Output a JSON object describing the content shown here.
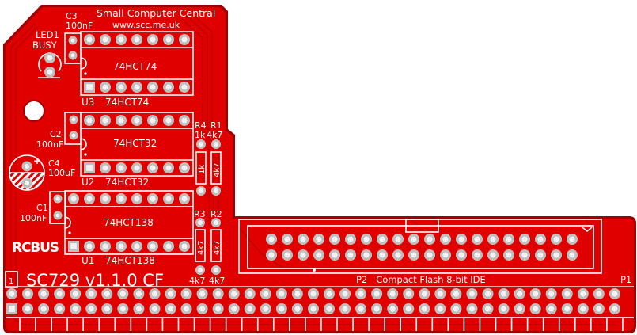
{
  "board": {
    "name": "SC729 v1.1.0 CF",
    "maker": "Small Computer Central",
    "url": "www.scc.me.uk",
    "bus_logo": "RCBUS",
    "colors": {
      "substrate": "#dd0000",
      "copper_fill": "#e00000",
      "edge": "#a00000",
      "trace": "#b80000",
      "silkscreen": "#ffffff",
      "pad": "#bfbfbf",
      "drill": "#f2f2f2",
      "background": "#ffffff"
    }
  },
  "components": {
    "u3": {
      "ref": "U3",
      "value": "74HCT74",
      "body_label": "74HCT74",
      "pins_per_row": 7
    },
    "u2": {
      "ref": "U2",
      "value": "74HCT32",
      "body_label": "74HCT32",
      "pins_per_row": 7
    },
    "u1": {
      "ref": "U1",
      "value": "74HCT138",
      "body_label": "74HCT138",
      "pins_per_row": 8
    },
    "c3": {
      "ref": "C3",
      "value": "100nF"
    },
    "c2": {
      "ref": "C2",
      "value": "100nF"
    },
    "c1": {
      "ref": "C1",
      "value": "100nF"
    },
    "c4": {
      "ref": "C4",
      "value": "100uF",
      "polarity": "+"
    },
    "led1": {
      "ref": "LED1",
      "value": "BUSY"
    },
    "r4": {
      "ref": "R4",
      "value": "1k",
      "body_label": "1k"
    },
    "r1": {
      "ref": "R1",
      "value": "4k7",
      "body_label": "4k7"
    },
    "r3": {
      "ref": "R3",
      "value": "4k7",
      "body_label": "4k7"
    },
    "r2": {
      "ref": "R2",
      "value": "4k7",
      "body_label": "4k7"
    }
  },
  "connectors": {
    "p2": {
      "ref": "P2",
      "label": "P2   Compact Flash 8-bit IDE",
      "pins_per_row": 20,
      "rows": 2
    },
    "p1": {
      "ref": "P1",
      "pins_per_row": 39,
      "rows": 2,
      "pin1_marker": "1"
    }
  }
}
